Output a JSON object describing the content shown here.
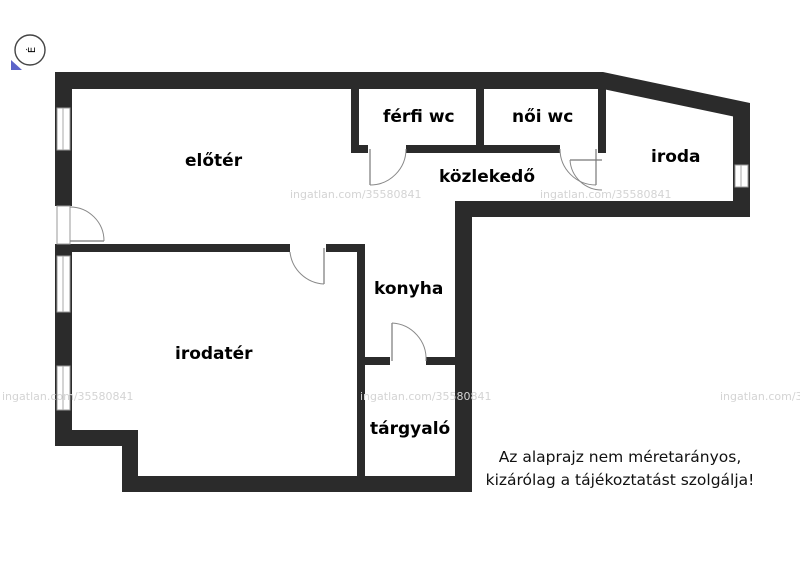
{
  "rooms": {
    "eloter": "előtér",
    "ferfi_wc": "férfi wc",
    "noi_wc": "női wc",
    "kozlekedo": "közlekedő",
    "iroda": "iroda",
    "konyha": "konyha",
    "irodater": "irodatér",
    "targyalo": "tárgyaló"
  },
  "disclaimer": {
    "line1": "Az alaprajz nem méretarányos,",
    "line2": "kizárólag a tájékoztatást szolgálja!"
  },
  "watermarks": {
    "text": "ingatlan.com/35580841"
  },
  "compass": {
    "label": "É"
  }
}
